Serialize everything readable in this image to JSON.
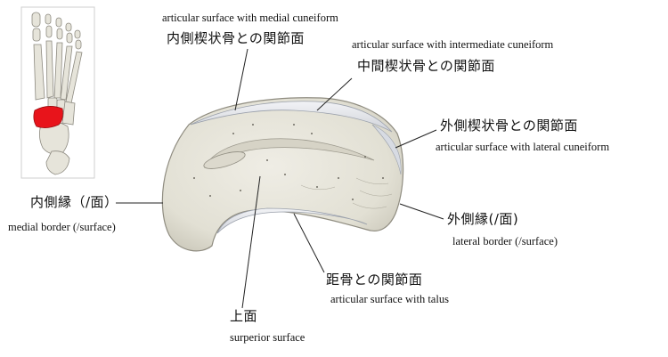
{
  "labels": {
    "medial_cuneiform": {
      "en": "articular surface with medial cuneiform",
      "ja": "内側楔状骨との関節面"
    },
    "intermediate_cuneiform": {
      "en": "articular surface with intermediate cuneiform",
      "ja": "中間楔状骨との関節面"
    },
    "lateral_cuneiform": {
      "ja": "外側楔状骨との関節面",
      "en": "articular surface with lateral cuneiform"
    },
    "medial_border": {
      "ja": "内側縁（/面）",
      "en": "medial border (/surface)"
    },
    "lateral_border": {
      "ja": "外側縁(/面)",
      "en": "lateral border (/surface)"
    },
    "talus": {
      "ja": "距骨との関節面",
      "en": "articular surface with talus"
    },
    "superior": {
      "ja": "上面",
      "en": "surperior surface"
    }
  },
  "colors": {
    "bone_fill": "#e9e7dd",
    "bone_shadow": "#c9c6b8",
    "articular_surface": "#dde0e6",
    "highlight_bone": "#e8141b",
    "leader_line": "#222222"
  }
}
